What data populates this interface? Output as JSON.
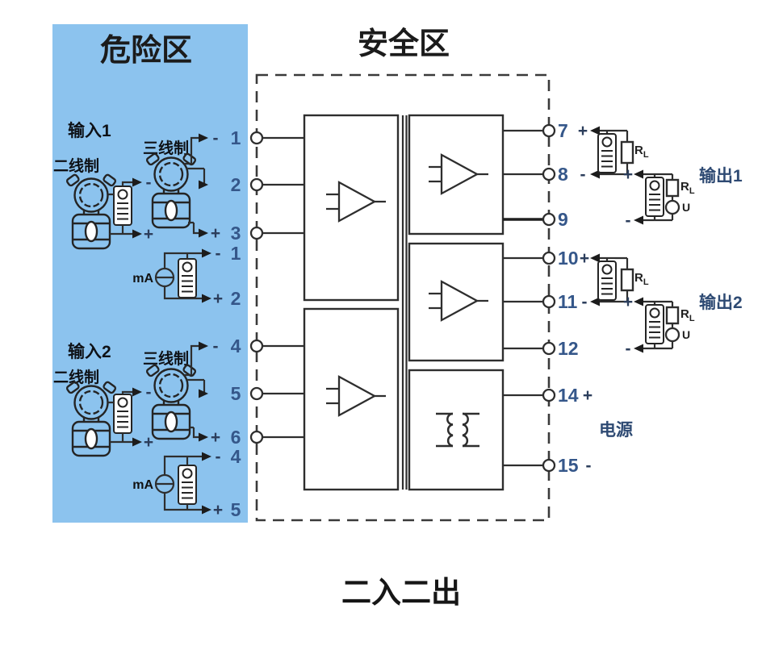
{
  "zones": {
    "hazardous": "危险区",
    "safe": "安全区"
  },
  "caption": "二入二出",
  "colors": {
    "hazard_bg": "#8CC3EE",
    "line": "#2e2e2e",
    "terminal_number": "#35578A",
    "label_text": "#0e1116"
  },
  "inputs": [
    {
      "label": "输入1",
      "two_wire": "二线制",
      "three_wire": "三线制",
      "ma": "mA",
      "t1_sign": "-",
      "t1": "1",
      "t2_sign": "",
      "t2": "2",
      "t3_sign": "+",
      "t3": "3",
      "tw_minus": "-",
      "tw_plus": "+",
      "ma1_sign": "-",
      "ma1": "1",
      "ma2_sign": "+",
      "ma2": "2"
    },
    {
      "label": "输入2",
      "two_wire": "二线制",
      "three_wire": "三线制",
      "ma": "mA",
      "t1_sign": "-",
      "t1": "4",
      "t2_sign": "",
      "t2": "5",
      "t3_sign": "+",
      "t3": "6",
      "tw_minus": "-",
      "tw_plus": "+",
      "ma1_sign": "-",
      "ma1": "4",
      "ma2_sign": "+",
      "ma2": "5"
    }
  ],
  "outputs": [
    {
      "label": "输出1",
      "t1": "7",
      "t1_sign": "+",
      "t2": "8",
      "t2_sign": "-",
      "t3": "9",
      "l2_plus": "+",
      "l2_minus": "-",
      "r": "R",
      "r_sub": "L",
      "u": "U"
    },
    {
      "label": "输出2",
      "t1": "10",
      "t1_sign": "+",
      "t2": "11",
      "t2_sign": "-",
      "t3": "12",
      "l2_plus": "+",
      "l2_minus": "-",
      "r": "R",
      "r_sub": "L",
      "u": "U"
    }
  ],
  "power": {
    "label": "电源",
    "t1": "14",
    "t1_sign": "+",
    "t2": "15",
    "t2_sign": "-"
  }
}
